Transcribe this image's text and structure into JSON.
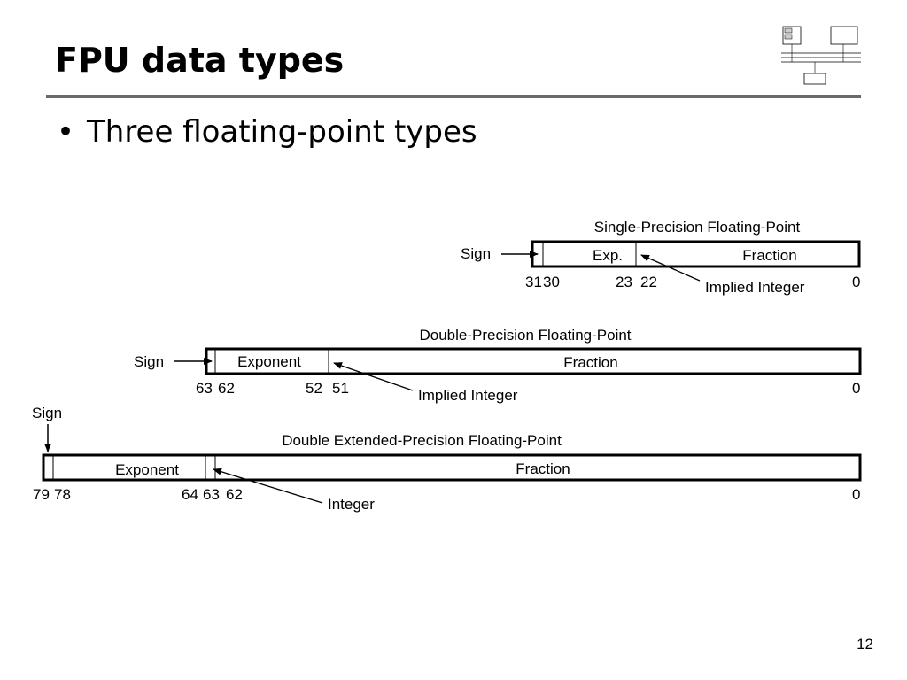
{
  "slide": {
    "title": "FPU data types",
    "bullet": "Three floating-point types",
    "page_number": "12"
  },
  "diagram": {
    "single": {
      "title": "Single-Precision Floating-Point",
      "sign": "Sign",
      "exp": "Exp.",
      "fraction": "Fraction",
      "bits": {
        "b31": "31",
        "b30": "30",
        "b23": "23",
        "b22": "22",
        "b0": "0"
      },
      "note": "Implied Integer"
    },
    "double": {
      "title": "Double-Precision Floating-Point",
      "sign": "Sign",
      "exp": "Exponent",
      "fraction": "Fraction",
      "bits": {
        "b63": "63",
        "b62": "62",
        "b52": "52",
        "b51": "51",
        "b0": "0"
      },
      "note": "Implied Integer"
    },
    "extended": {
      "title": "Double Extended-Precision Floating-Point",
      "sign": "Sign",
      "exp": "Exponent",
      "fraction": "Fraction",
      "bits": {
        "b79": "79",
        "b78": "78",
        "b64": "64",
        "b63": "63",
        "b62": "62",
        "b0": "0"
      },
      "note": "Integer"
    }
  }
}
